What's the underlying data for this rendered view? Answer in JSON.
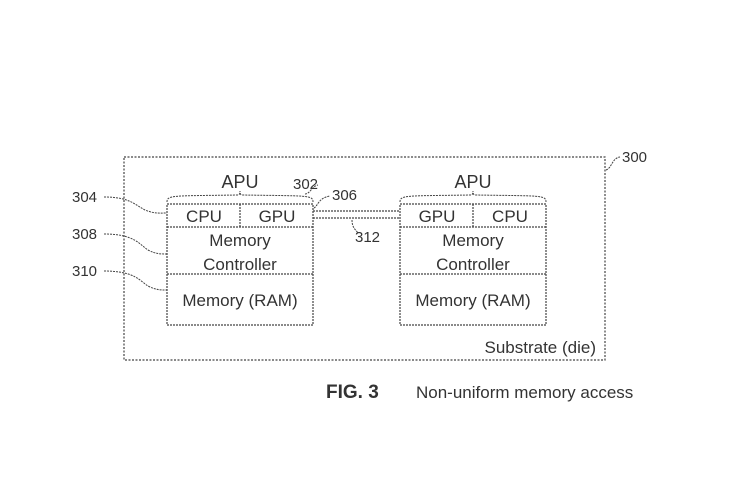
{
  "figure": {
    "number_label": "FIG. 3",
    "caption": "Non-uniform memory access"
  },
  "substrate": {
    "label": "Substrate (die)",
    "ref": "300"
  },
  "apus": [
    {
      "title": "APU",
      "top_cells": [
        "CPU",
        "GPU"
      ],
      "controller_line1": "Memory",
      "controller_line2": "Controller",
      "memory": "Memory (RAM)"
    },
    {
      "title": "APU",
      "top_cells": [
        "GPU",
        "CPU"
      ],
      "controller_line1": "Memory",
      "controller_line2": "Controller",
      "memory": "Memory (RAM)"
    }
  ],
  "refs": {
    "apu": "302",
    "cpu_gpu": "304",
    "link_port": "306",
    "controller": "308",
    "memory": "310",
    "interconnect": "312"
  }
}
